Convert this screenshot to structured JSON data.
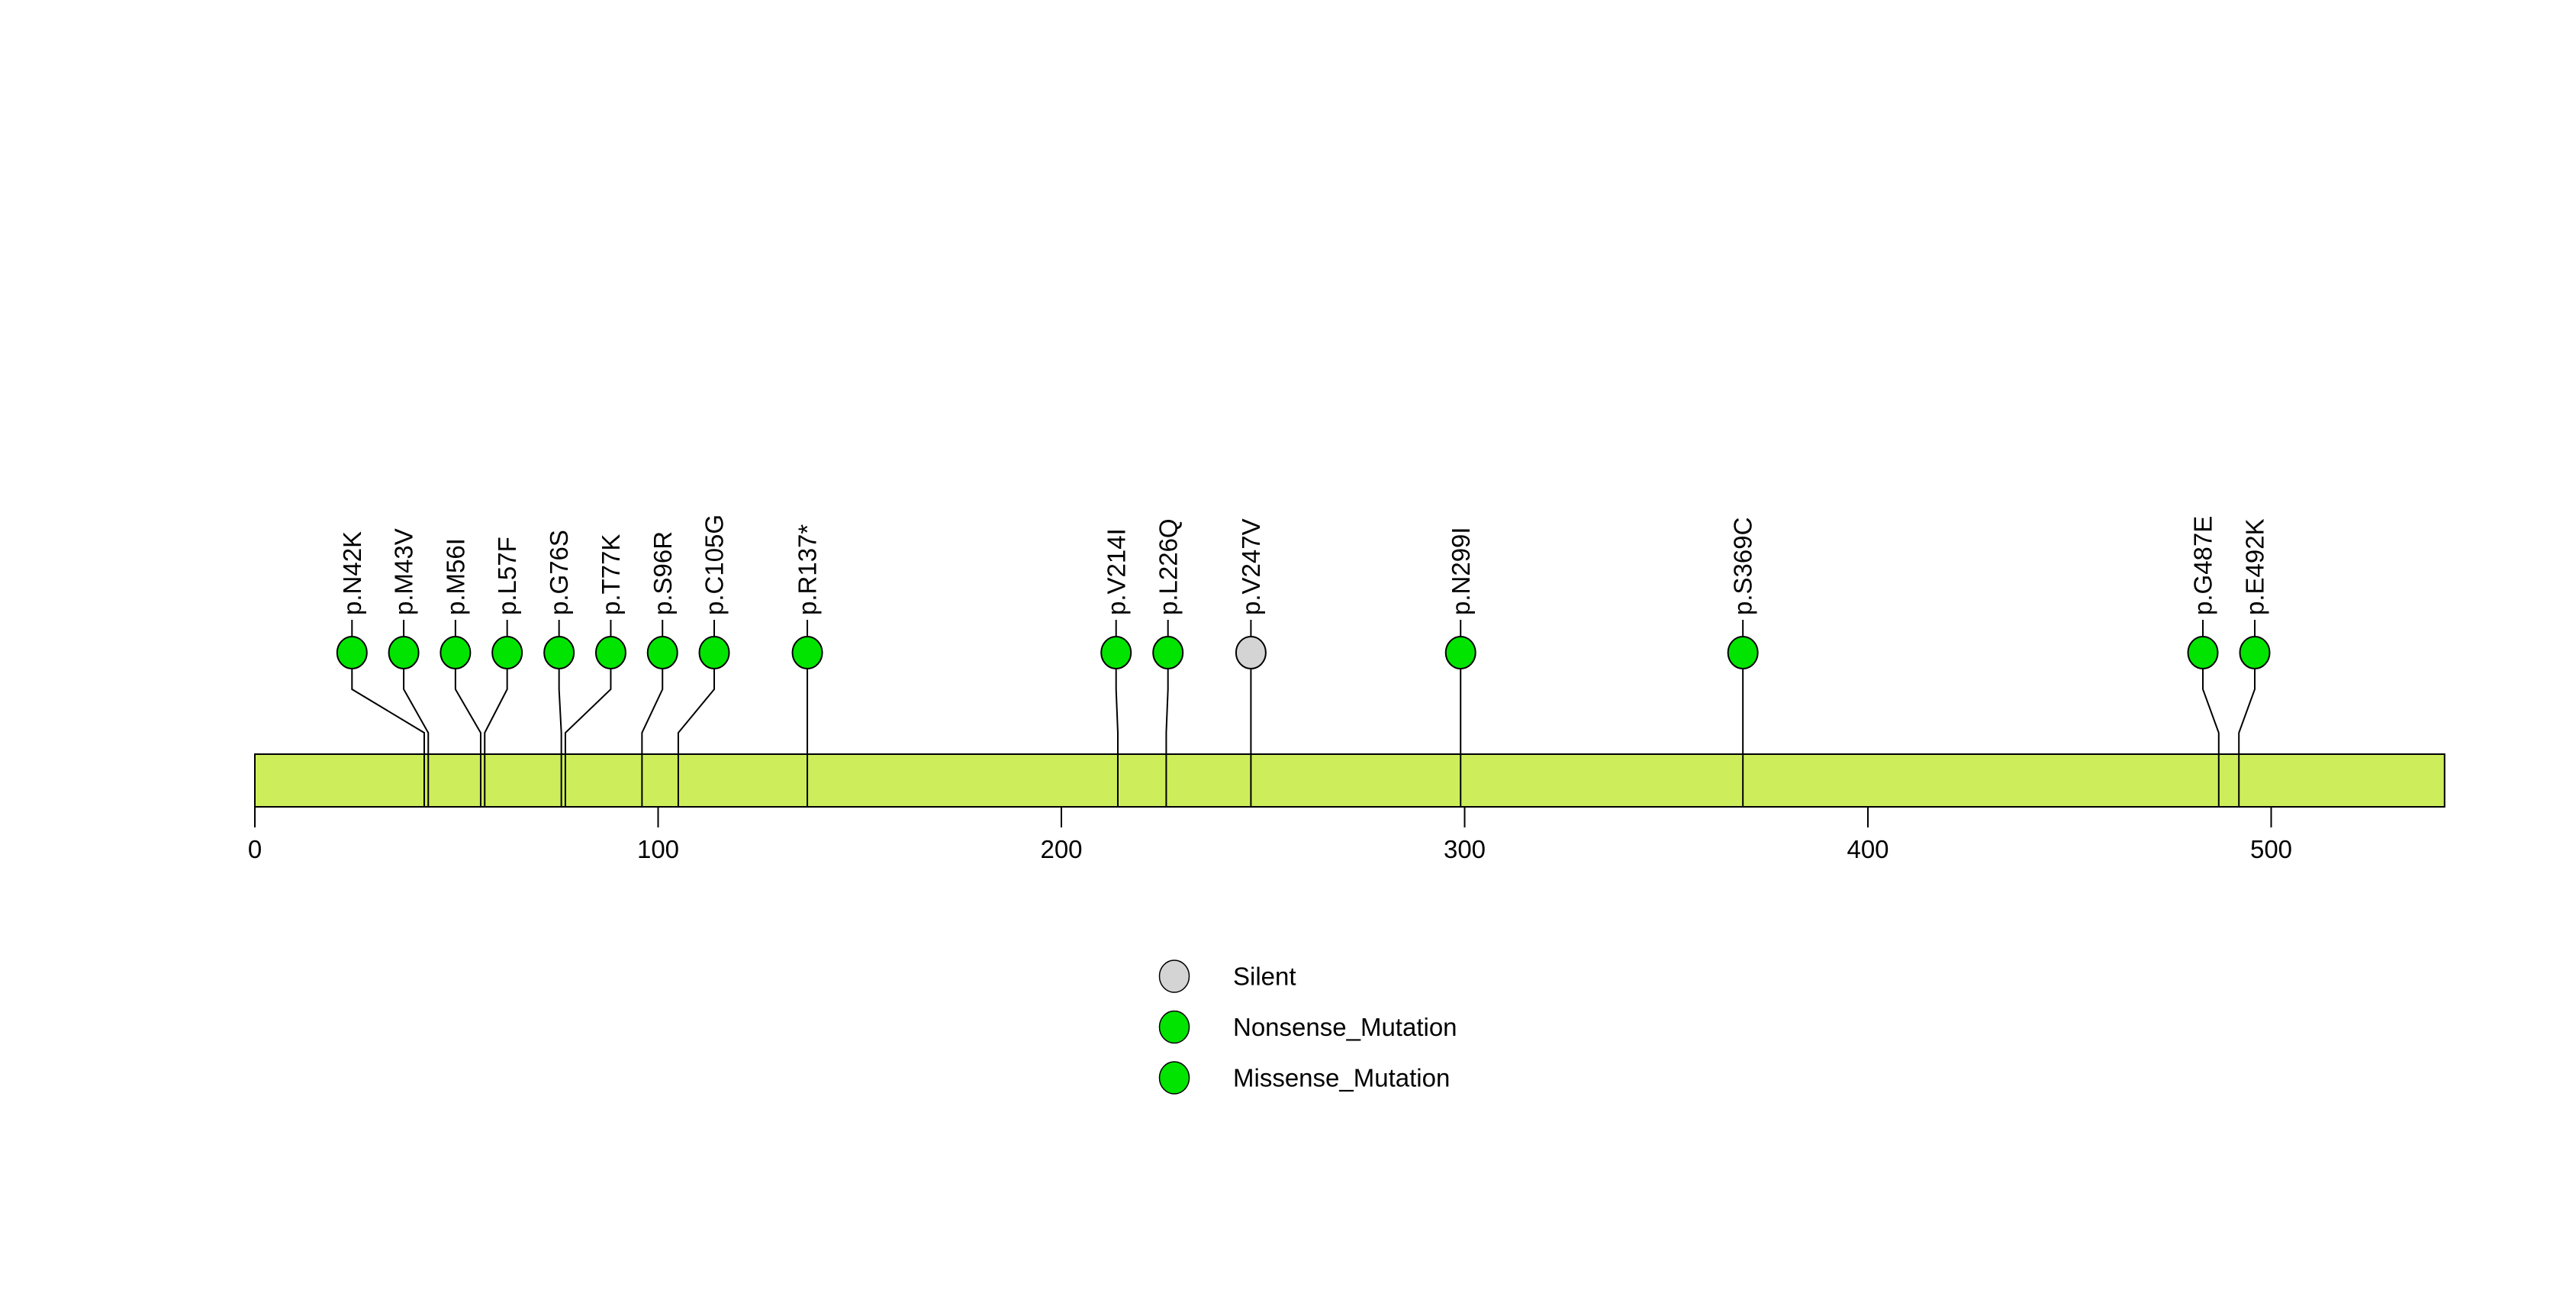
{
  "chart_data": {
    "type": "lollipop",
    "title": "",
    "xlabel": "",
    "ylabel": "",
    "axis": {
      "ticks": [
        0,
        100,
        200,
        300,
        400,
        500
      ],
      "xlim": [
        0,
        543
      ],
      "grid": false
    },
    "backbone": {
      "start": 0,
      "end": 543,
      "fill_color": "#CDEE5A",
      "border_color": "#000000"
    },
    "mutation_types": {
      "Silent": "#D4D4D4",
      "Nonsense_Mutation": "#00E400",
      "Missense_Mutation": "#00E400"
    },
    "mutations": [
      {
        "label": "p.N42K",
        "position": 42,
        "type": "Missense_Mutation"
      },
      {
        "label": "p.M43V",
        "position": 43,
        "type": "Missense_Mutation"
      },
      {
        "label": "p.M56I",
        "position": 56,
        "type": "Missense_Mutation"
      },
      {
        "label": "p.L57F",
        "position": 57,
        "type": "Missense_Mutation"
      },
      {
        "label": "p.G76S",
        "position": 76,
        "type": "Missense_Mutation"
      },
      {
        "label": "p.T77K",
        "position": 77,
        "type": "Missense_Mutation"
      },
      {
        "label": "p.S96R",
        "position": 96,
        "type": "Missense_Mutation"
      },
      {
        "label": "p.C105G",
        "position": 105,
        "type": "Missense_Mutation"
      },
      {
        "label": "p.R137*",
        "position": 137,
        "type": "Nonsense_Mutation"
      },
      {
        "label": "p.V214I",
        "position": 214,
        "type": "Missense_Mutation"
      },
      {
        "label": "p.L226Q",
        "position": 226,
        "type": "Missense_Mutation"
      },
      {
        "label": "p.V247V",
        "position": 247,
        "type": "Silent"
      },
      {
        "label": "p.N299I",
        "position": 299,
        "type": "Missense_Mutation"
      },
      {
        "label": "p.S369C",
        "position": 369,
        "type": "Missense_Mutation"
      },
      {
        "label": "p.G487E",
        "position": 487,
        "type": "Missense_Mutation"
      },
      {
        "label": "p.E492K",
        "position": 492,
        "type": "Missense_Mutation"
      }
    ],
    "legend": {
      "position": "bottom",
      "items": [
        {
          "label": "Silent",
          "color": "#D4D4D4"
        },
        {
          "label": "Nonsense_Mutation",
          "color": "#00E400"
        },
        {
          "label": "Missense_Mutation",
          "color": "#00E400"
        }
      ]
    },
    "line_color": "#000000"
  }
}
